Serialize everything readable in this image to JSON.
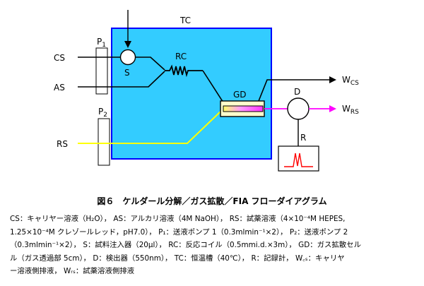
{
  "diagram": {
    "labels": {
      "tc": "TC",
      "rc": "RC",
      "gd": "GD",
      "s": "S",
      "d": "D",
      "r": "R",
      "cs": "CS",
      "as": "AS",
      "rs": "RS",
      "p1": "P",
      "p1_sub": "1",
      "p2": "P",
      "p2_sub": "2",
      "wcs": "W",
      "wcs_sub": "CS",
      "wrs": "W",
      "wrs_sub": "RS"
    },
    "colors": {
      "thermostat_fill": "#33ccff",
      "thermostat_border": "#0000ff",
      "rs_line": "#ffff00",
      "output_line": "#ff00ff",
      "recorder_peak": "#ff0000"
    }
  },
  "caption": "図６　ケルダール分解／ガス拡散／FIA フローダイアグラム",
  "legend": [
    "CS：キャリヤー溶液（H₂O），  AS：アルカリ溶液（4M NaOH），  RS：試薬溶液（4×10⁻⁴M HEPES,",
    "1.25×10⁻⁴M クレゾールレッド，pH7.0），  P₁：送液ポンプ 1（0.3mlmin⁻¹×2），  P₂：送液ポンプ 2",
    "（0.3mlmin⁻¹×2），  S：試料注入器（20μl），  RC：反応コイル（0.5mmi.d.×3m），  GD：ガス拡散セル",
    "ル（ガス透過部 5cm），  D：検出器（550nm），  TC：恒温槽（40℃），  R：記録計，  W꜀ₛ：キャリヤ",
    "ー溶液側排液，  Wᵣₛ：試薬溶液側排液"
  ]
}
